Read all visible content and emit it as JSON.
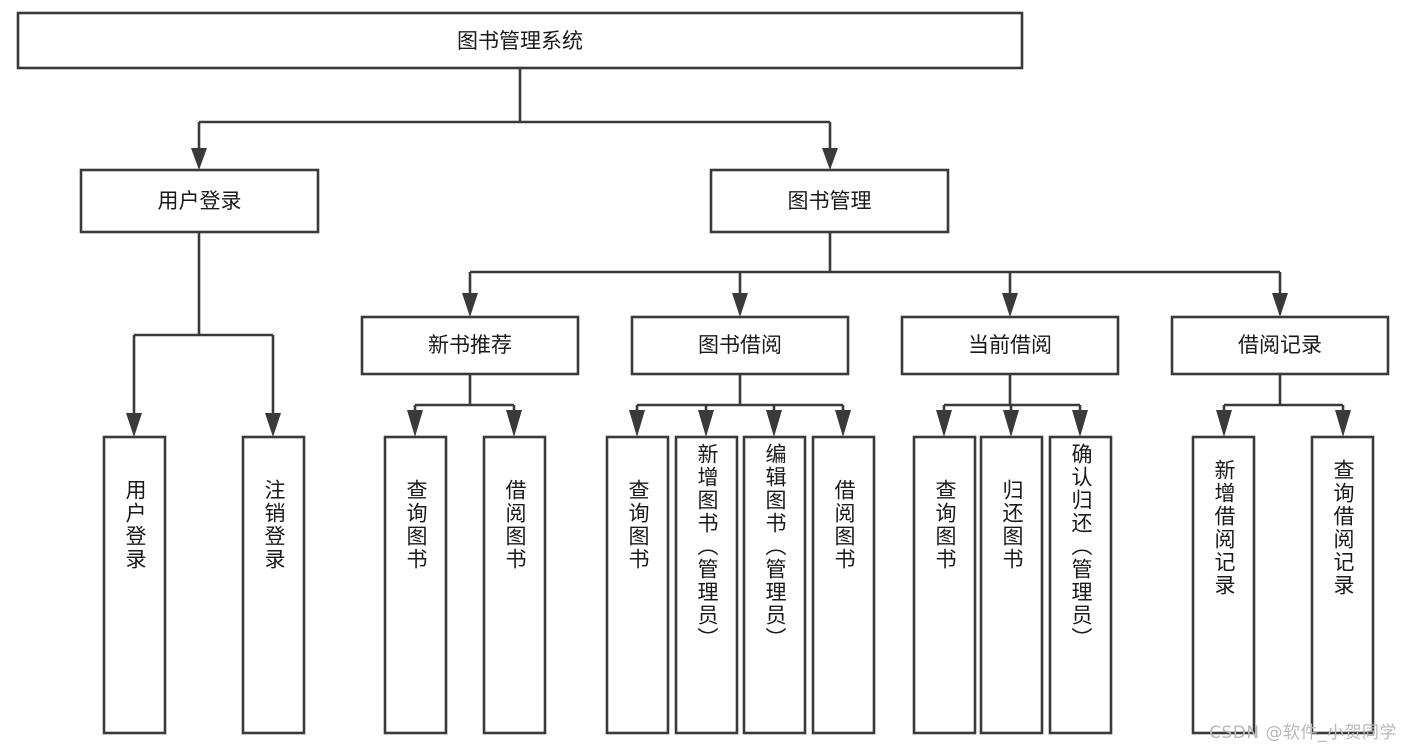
{
  "diagram": {
    "type": "tree",
    "title": "图书管理系统",
    "style": {
      "box_fill": "#ffffff",
      "box_stroke": "#3a3a3a",
      "text_color": "#1a1a1a",
      "background": "#ffffff",
      "watermark_color": "#b8b8b8"
    },
    "levels": {
      "root": {
        "label": "图书管理系统"
      },
      "level2": [
        {
          "label": "用户登录"
        },
        {
          "label": "图书管理"
        }
      ],
      "level3": [
        {
          "label": "新书推荐"
        },
        {
          "label": "图书借阅"
        },
        {
          "label": "当前借阅"
        },
        {
          "label": "借阅记录"
        }
      ],
      "leaves_user_login": [
        {
          "label": "用户登录"
        },
        {
          "label": "注销登录"
        }
      ],
      "leaves_new_book": [
        {
          "label": "查询图书"
        },
        {
          "label": "借阅图书"
        }
      ],
      "leaves_borrow": [
        {
          "label": "查询图书"
        },
        {
          "label": "新增图书（管理员）"
        },
        {
          "label": "编辑图书（管理员）"
        },
        {
          "label": "借阅图书"
        }
      ],
      "leaves_current": [
        {
          "label": "查询图书"
        },
        {
          "label": "归还图书"
        },
        {
          "label": "确认归还（管理员）"
        }
      ],
      "leaves_records": [
        {
          "label": "新增借阅记录"
        },
        {
          "label": "查询借阅记录"
        }
      ]
    }
  },
  "watermark": {
    "text": "CSDN @软件_小贺同学"
  }
}
